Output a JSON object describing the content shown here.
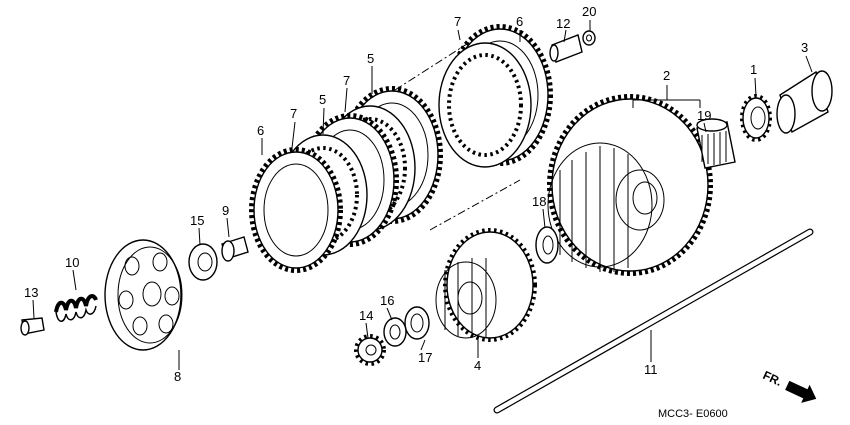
{
  "diagram_code": "MCC3- E0600",
  "direction_label": "FR.",
  "callouts": [
    {
      "id": "c1",
      "text": "1"
    },
    {
      "id": "c2",
      "text": "2"
    },
    {
      "id": "c3",
      "text": "3"
    },
    {
      "id": "c4",
      "text": "4"
    },
    {
      "id": "c5a",
      "text": "5"
    },
    {
      "id": "c5b",
      "text": "5"
    },
    {
      "id": "c6a",
      "text": "6"
    },
    {
      "id": "c6b",
      "text": "6"
    },
    {
      "id": "c7a",
      "text": "7"
    },
    {
      "id": "c7b",
      "text": "7"
    },
    {
      "id": "c7c",
      "text": "7"
    },
    {
      "id": "c8",
      "text": "8"
    },
    {
      "id": "c9",
      "text": "9"
    },
    {
      "id": "c10",
      "text": "10"
    },
    {
      "id": "c11",
      "text": "11"
    },
    {
      "id": "c12",
      "text": "12"
    },
    {
      "id": "c13",
      "text": "13"
    },
    {
      "id": "c14",
      "text": "14"
    },
    {
      "id": "c15",
      "text": "15"
    },
    {
      "id": "c16",
      "text": "16"
    },
    {
      "id": "c17",
      "text": "17"
    },
    {
      "id": "c18",
      "text": "18"
    },
    {
      "id": "c19",
      "text": "19"
    },
    {
      "id": "c20",
      "text": "20"
    }
  ]
}
